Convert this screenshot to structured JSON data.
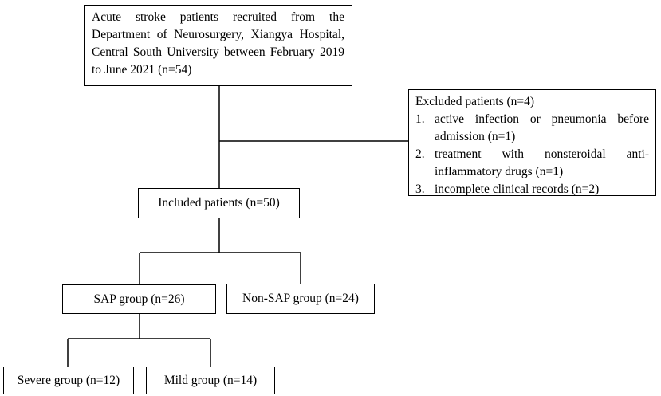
{
  "flowchart": {
    "recruited": {
      "text": "Acute stroke patients recruited from the Department of Neurosurgery, Xiangya Hospital, Central South University between February 2019 to June 2021 (n=54)"
    },
    "excluded": {
      "title": "Excluded patients (n=4)",
      "items": [
        {
          "num": "1.",
          "text": "active infection or pneumonia before admission (n=1)"
        },
        {
          "num": "2.",
          "text": "treatment with nonsteroidal anti-inflammatory drugs (n=1)"
        },
        {
          "num": "3.",
          "text": "incomplete clinical records (n=2)"
        }
      ]
    },
    "included": {
      "text": "Included patients (n=50)"
    },
    "sap": {
      "text": "SAP group (n=26)"
    },
    "non_sap": {
      "text": "Non-SAP group (n=24)"
    },
    "severe": {
      "text": "Severe group (n=12)"
    },
    "mild": {
      "text": "Mild group (n=14)"
    },
    "line_color": "#000000",
    "box_border_color": "#000000",
    "background_color": "#ffffff"
  }
}
